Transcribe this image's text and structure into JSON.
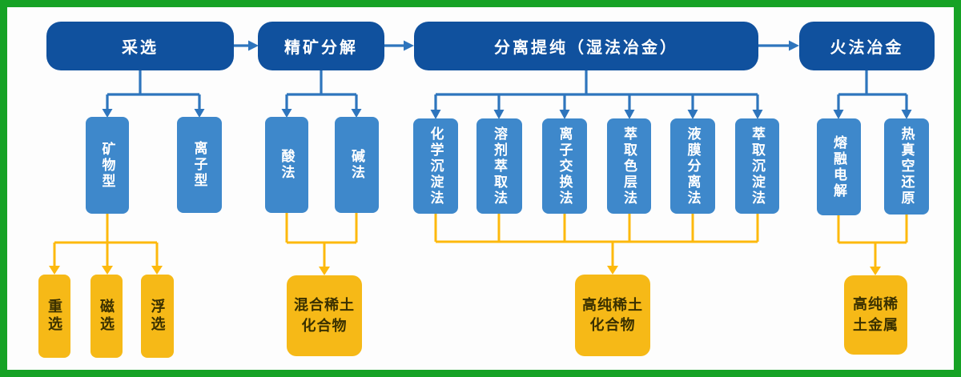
{
  "colors": {
    "frame_green": "#16a225",
    "stage_fill": "#10519e",
    "stage_text": "#ffffff",
    "method_fill": "#3e88cb",
    "method_text": "#ffffff",
    "output_fill": "#f6b917",
    "output_text": "#3a3000",
    "blue_connector": "#2e75bd",
    "yellow_connector": "#fdb90d"
  },
  "stages": [
    {
      "label": "采选"
    },
    {
      "label": "精矿分解"
    },
    {
      "label": "分离提纯（湿法冶金）"
    },
    {
      "label": "火法冶金"
    }
  ],
  "methods": [
    {
      "label": "矿物型"
    },
    {
      "label": "离子型"
    },
    {
      "label": "酸法"
    },
    {
      "label": "碱法"
    },
    {
      "label": "化学沉淀法"
    },
    {
      "label": "溶剂萃取法"
    },
    {
      "label": "离子交换法"
    },
    {
      "label": "萃取色层法"
    },
    {
      "label": "液膜分离法"
    },
    {
      "label": "萃取沉淀法"
    },
    {
      "label": "熔融电解"
    },
    {
      "label": "热真空还原"
    }
  ],
  "outputs": [
    {
      "label": "重选"
    },
    {
      "label": "磁选"
    },
    {
      "label": "浮选"
    },
    {
      "label": "混合稀土化合物",
      "line1": "混合稀土",
      "line2": "化合物"
    },
    {
      "label": "高纯稀土化合物",
      "line1": "高纯稀土",
      "line2": "化合物"
    },
    {
      "label": "高纯稀土金属",
      "line1": "高纯稀",
      "line2": "土金属"
    }
  ]
}
